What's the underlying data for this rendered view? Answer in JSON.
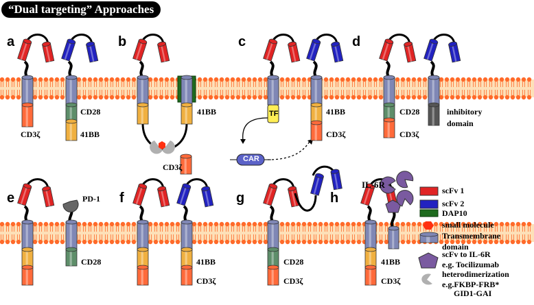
{
  "title": "“Dual targeting” Approaches",
  "panels": {
    "a": {
      "label": "a",
      "cd28": "CD28",
      "cd3z": "CD3ζ",
      "bb41": "41BB"
    },
    "b": {
      "label": "b",
      "bb41": "41BB",
      "cd3z": "CD3ζ"
    },
    "c": {
      "label": "c",
      "tf": "TF",
      "car": "CAR",
      "bb41": "41BB",
      "cd3z": "CD3ζ"
    },
    "d": {
      "label": "d",
      "cd28": "CD28",
      "cd3z": "CD3ζ",
      "inhib1": "inhibitory",
      "inhib2": "domain"
    },
    "e": {
      "label": "e",
      "pd1": "PD-1",
      "cd28": "CD28"
    },
    "f": {
      "label": "f",
      "bb41": "41BB",
      "cd3z": "CD3ζ"
    },
    "g": {
      "label": "g",
      "cd28": "CD28",
      "cd3z": "CD3ζ"
    },
    "h": {
      "label": "h",
      "il6r": "IL-6R",
      "bb41": "41BB",
      "cd3z": "CD3ζ"
    }
  },
  "legend": [
    {
      "icon": "scfv1-icon",
      "lines": [
        "scFv 1"
      ]
    },
    {
      "icon": "scfv2-icon",
      "lines": [
        "scFv 2"
      ]
    },
    {
      "icon": "dap10-icon",
      "lines": [
        "DAP10"
      ]
    },
    {
      "icon": "small-molecule-icon",
      "lines": [
        "small molecule"
      ]
    },
    {
      "icon": "transmembrane-icon",
      "lines": [
        "Transmembrane",
        "domain"
      ]
    },
    {
      "icon": "il6r-scfv-icon",
      "lines": [
        "scFv to IL-6R",
        "e.g. Tocilizumab"
      ]
    },
    {
      "icon": "heterodimerization-icon",
      "lines": [
        "heterodimerization",
        "e.g.FKBP-FRB*",
        "GID1-GAI"
      ]
    }
  ],
  "colors": {
    "scfv1": "#e02424",
    "scfv2": "#2222c0",
    "dap10": "#1e6b1e",
    "membrane": "#ff6a2a",
    "tm": "#7f87b5",
    "cd3z": "#ff6a3a",
    "bb41": "#f0b040",
    "cd28": "#5e8e6a",
    "inhib": "#555555",
    "tf": "#ffee55",
    "car": "#5b62c8",
    "il6r": "#7a5aa0",
    "hetero": "#b0b0b0"
  }
}
